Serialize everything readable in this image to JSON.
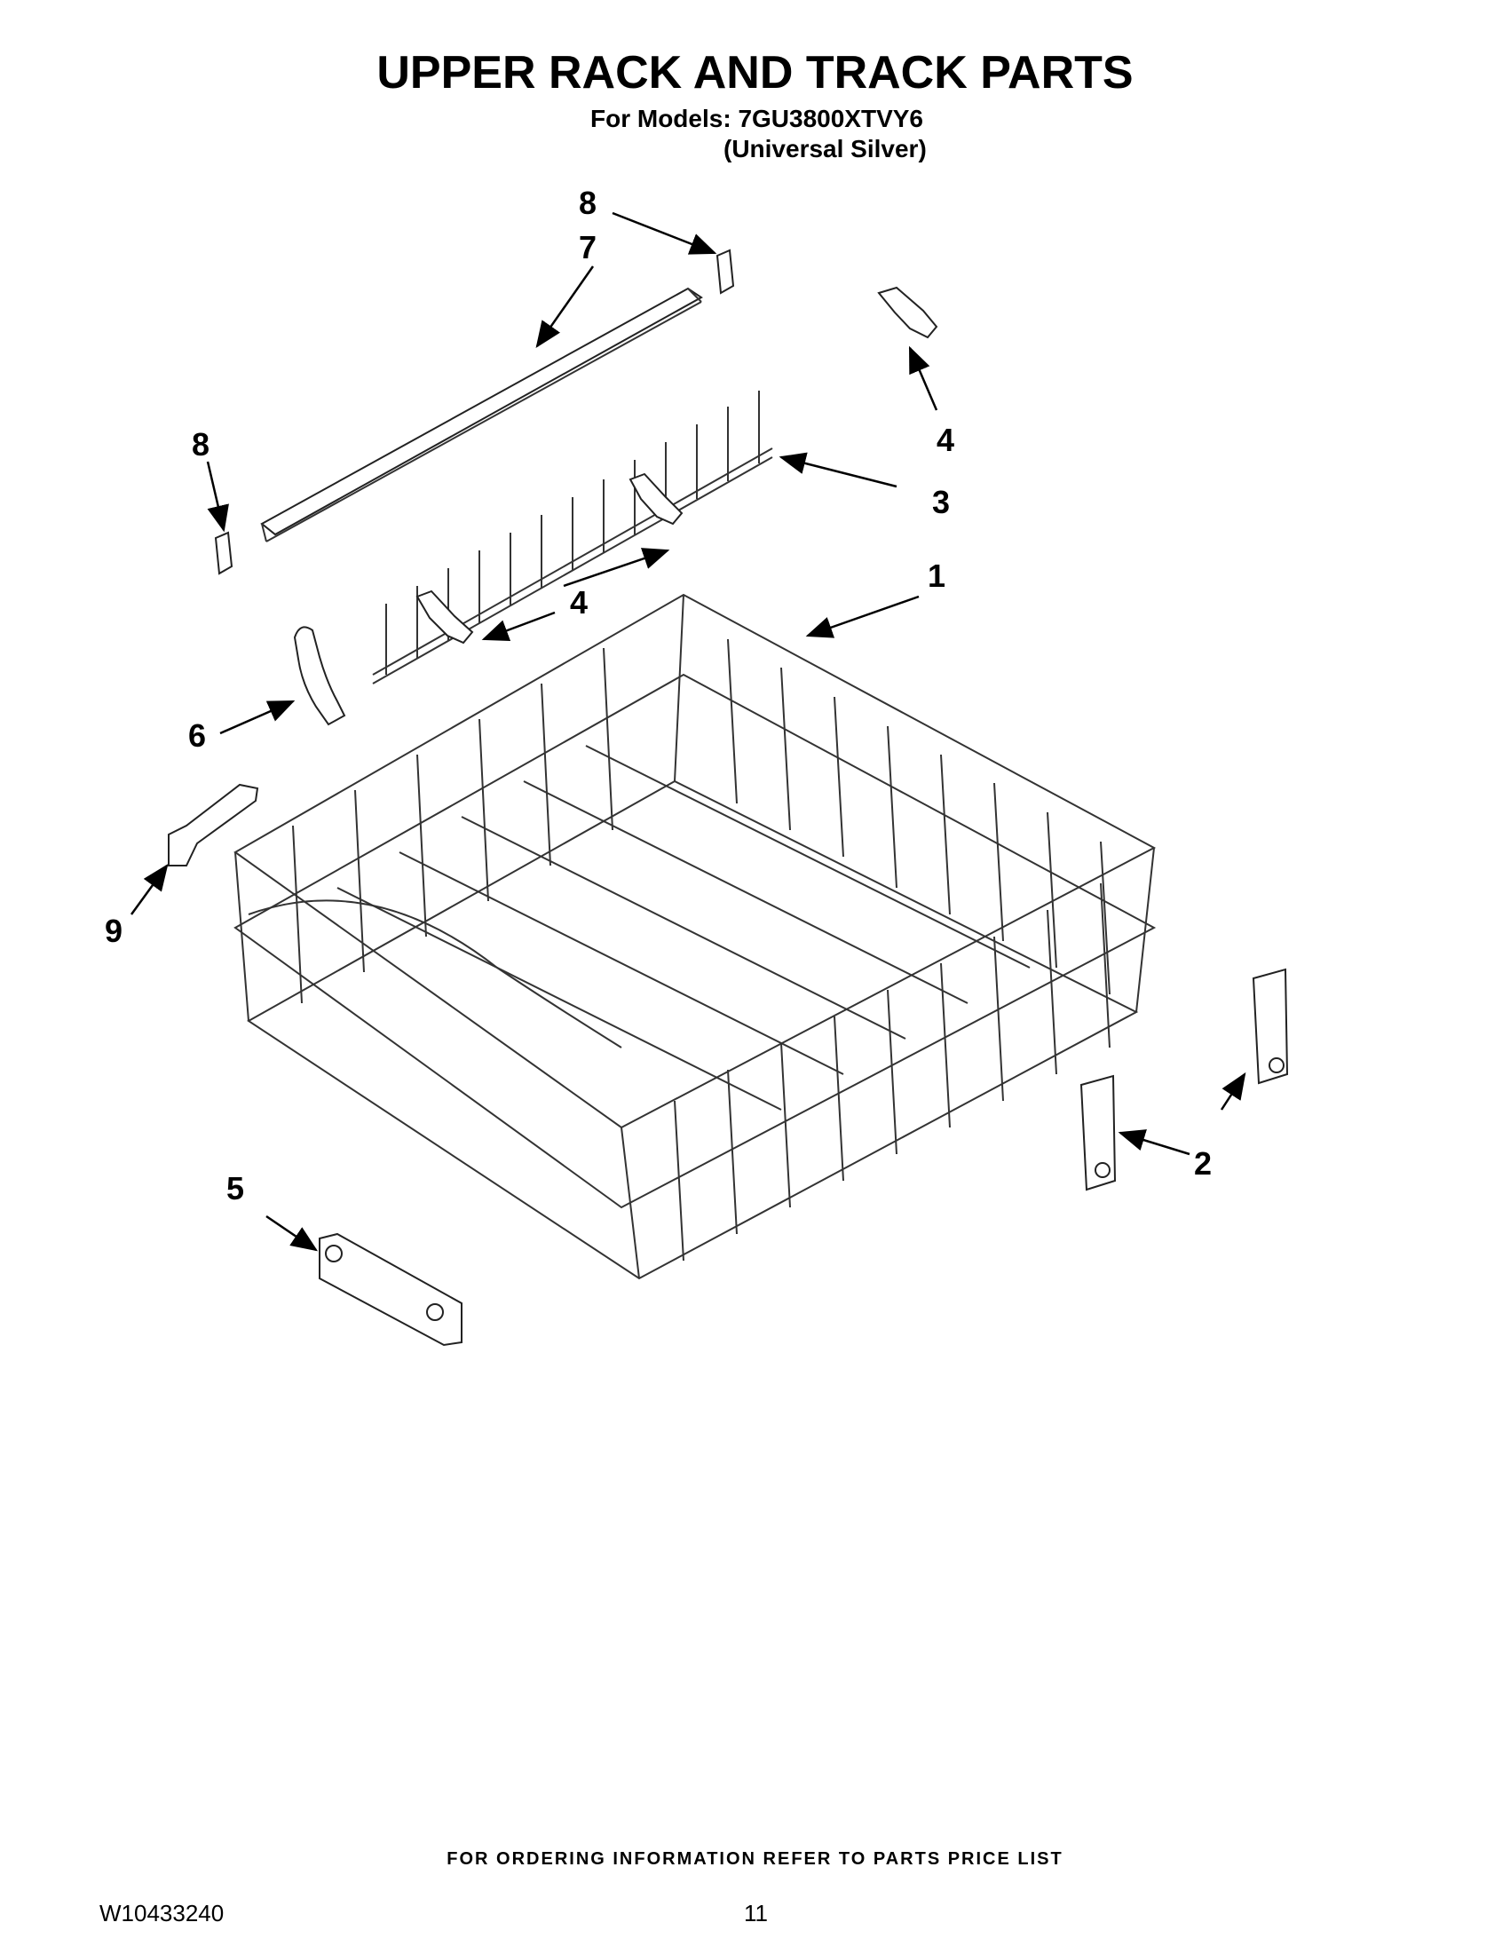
{
  "header": {
    "title": "UPPER RACK AND TRACK PARTS",
    "models_line": "For Models: 7GU3800XTVY6",
    "color_line": "(Universal Silver)"
  },
  "callouts": {
    "c1": "1",
    "c2": "2",
    "c3": "3",
    "c4a": "4",
    "c4b": "4",
    "c5": "5",
    "c6": "6",
    "c7": "7",
    "c8a": "8",
    "c8b": "8",
    "c9": "9"
  },
  "footer": {
    "ordering_note": "FOR ORDERING INFORMATION REFER TO PARTS PRICE LIST",
    "doc_number": "W10433240",
    "page_number": "11"
  }
}
